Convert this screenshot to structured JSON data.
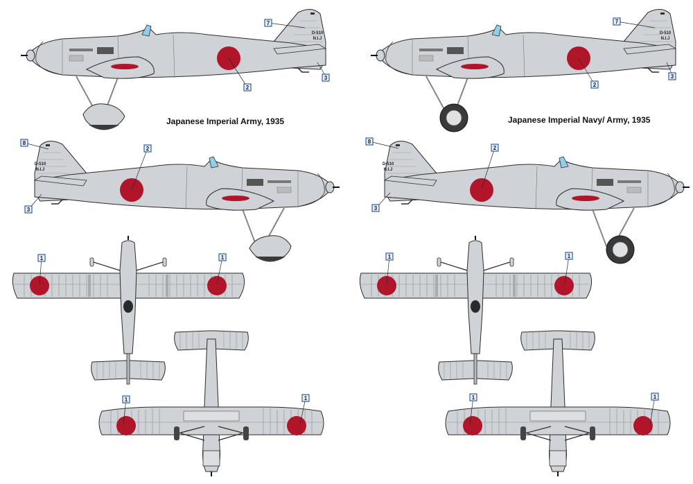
{
  "captions": {
    "left": "Japanese Imperial Army,  1935",
    "right": "Japanese Imperial Navy/ Army,  1935"
  },
  "markings": {
    "fin_code_line1": "D-510",
    "fin_code_line2": "N.I.J"
  },
  "callouts": {
    "one": "1",
    "two": "2",
    "three": "3",
    "seven": "7",
    "eight": "8"
  },
  "colors": {
    "aircraft_grey": "#cfd2d6",
    "hinomaru_red": "#b0152a",
    "outline": "#2a2a2a",
    "callout_blue": "#2f5fa7",
    "background": "#ffffff"
  }
}
